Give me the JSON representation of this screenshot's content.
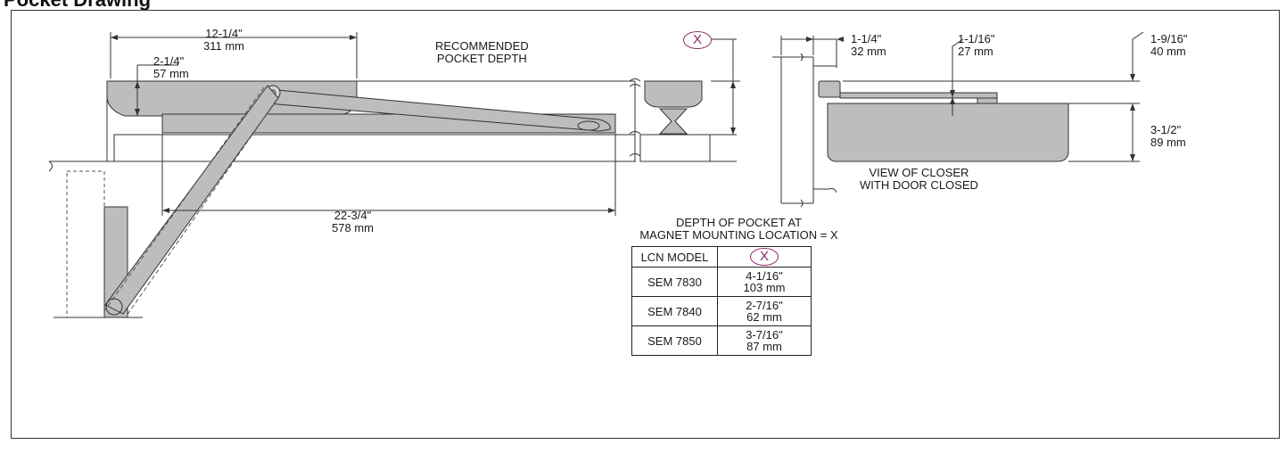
{
  "header": {
    "title": "Pocket Drawing"
  },
  "dimensions": {
    "arm_length": {
      "in": "12-1/4\"",
      "mm": "311 mm"
    },
    "body_height": {
      "in": "2-1/4\"",
      "mm": "57 mm"
    },
    "base_length": {
      "in": "22-3/4\"",
      "mm": "578 mm"
    },
    "frame_offset": {
      "in": "1-1/4\"",
      "mm": "32 mm"
    },
    "arm_offset": {
      "in": "1-1/16\"",
      "mm": "27 mm"
    },
    "top_clearance": {
      "in": "1-9/16\"",
      "mm": "40 mm"
    },
    "closer_height": {
      "in": "3-1/2\"",
      "mm": "89 mm"
    }
  },
  "labels": {
    "recommended_pocket": [
      "RECOMMENDED",
      "POCKET DEPTH"
    ],
    "view_of_closer": [
      "VIEW OF CLOSER",
      "WITH DOOR CLOSED"
    ],
    "depth_of_pocket": [
      "DEPTH OF POCKET AT",
      "MAGNET MOUNTING LOCATION = X"
    ],
    "x_symbol": "X"
  },
  "table": {
    "header": {
      "model": "LCN MODEL",
      "value_symbol": "X"
    },
    "rows": [
      {
        "model": "SEM 7830",
        "in": "4-1/16\"",
        "mm": "103 mm"
      },
      {
        "model": "SEM 7840",
        "in": "2-7/16\"",
        "mm": "62 mm"
      },
      {
        "model": "SEM 7850",
        "in": "3-7/16\"",
        "mm": "87 mm"
      }
    ]
  },
  "colors": {
    "body_fill": "#bdbdbd",
    "line": "#333333",
    "accent": "#8e2a6a"
  }
}
